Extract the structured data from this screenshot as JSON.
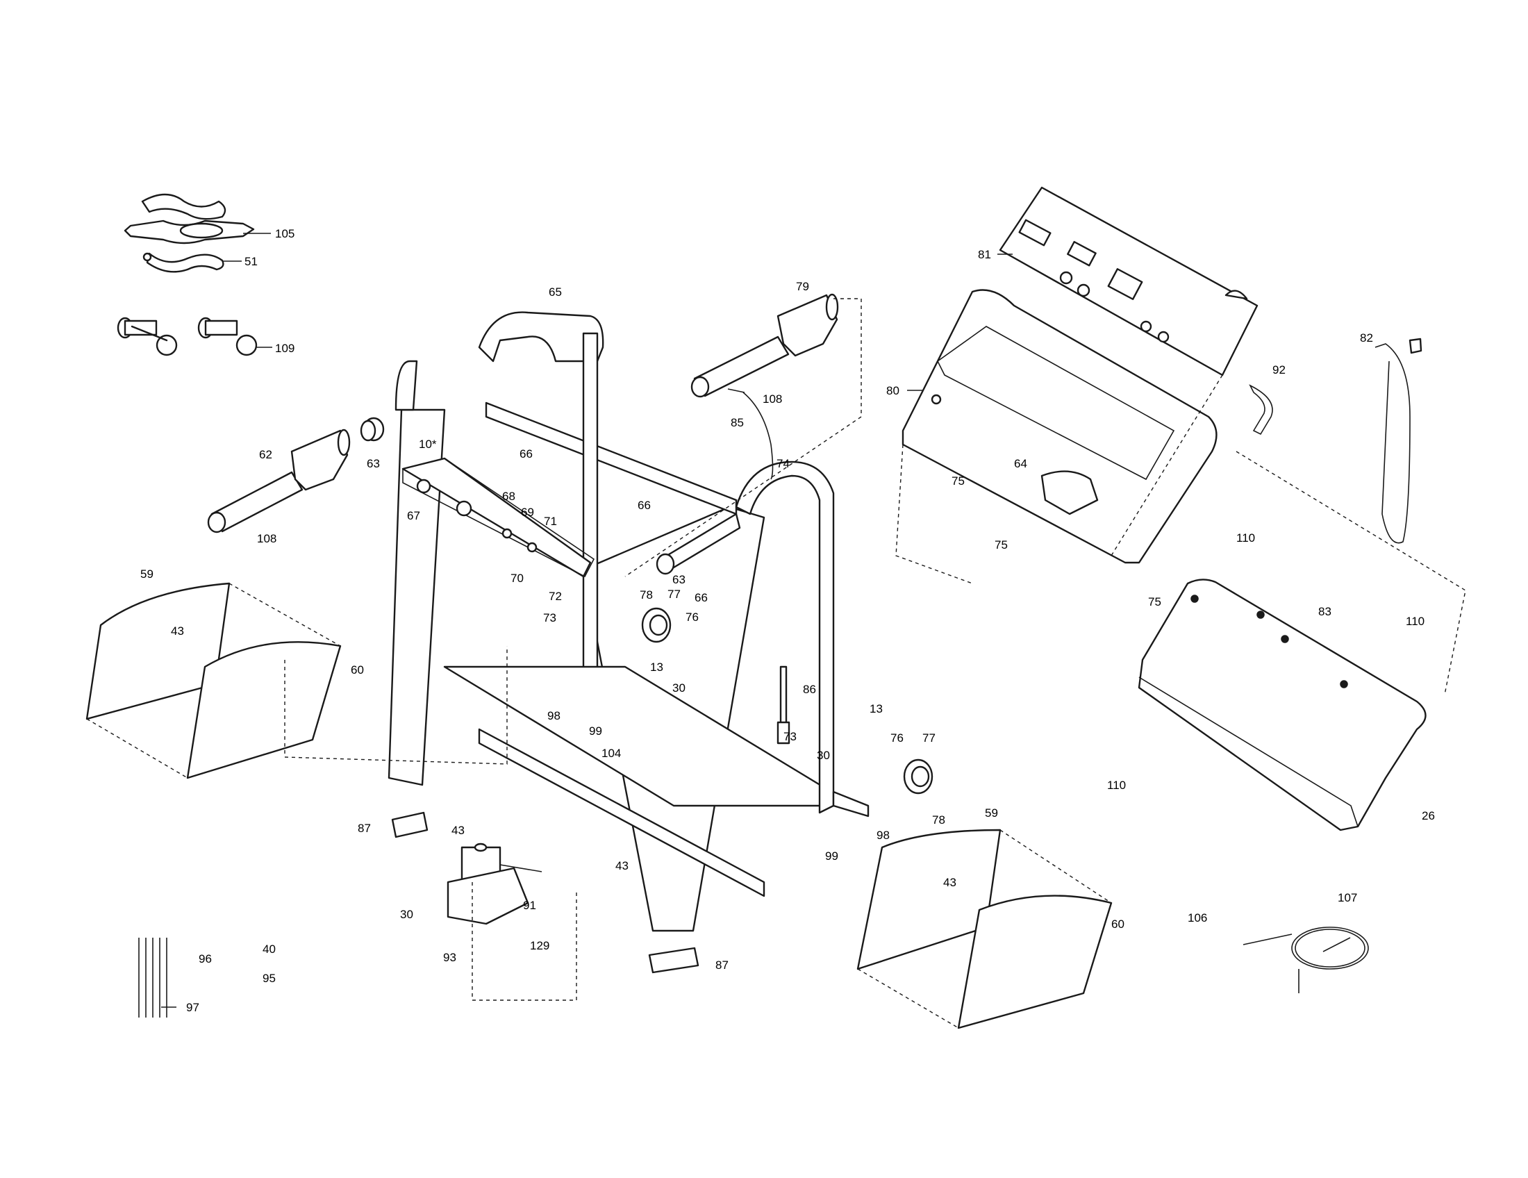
{
  "callouts": {
    "c105": "105",
    "c51": "51",
    "c109": "109",
    "c65": "65",
    "c79": "79",
    "c81": "81",
    "c82": "82",
    "c92": "92",
    "c80": "80",
    "c62": "62",
    "c63a": "63",
    "c108a": "108",
    "c108b": "108",
    "c85": "85",
    "c10": "10*",
    "c67": "67",
    "c68": "68",
    "c69": "69",
    "c71": "71",
    "c70": "70",
    "c72": "72",
    "c66a": "66",
    "c66b": "66",
    "c66c": "66",
    "c74": "74",
    "c64": "64",
    "c75a": "75",
    "c75b": "75",
    "c75c": "75",
    "c59a": "59",
    "c43a": "43",
    "c60a": "60",
    "c63b": "63",
    "c78a": "78",
    "c77a": "77",
    "c76a": "76",
    "c73a": "73",
    "c13a": "13",
    "c30a": "30",
    "c98a": "98",
    "c99a": "99",
    "c104": "104",
    "c86": "86",
    "c73b": "73",
    "c13b": "13",
    "c76b": "76",
    "c77b": "77",
    "c30b": "30",
    "c87a": "87",
    "c43b": "43",
    "c78b": "78",
    "c98b": "98",
    "c99b": "99",
    "c59b": "59",
    "c43c": "43",
    "c43d": "43",
    "c91": "91",
    "c30c": "30",
    "c93": "93",
    "c129": "129",
    "c87b": "87",
    "c60b": "60",
    "c40": "40",
    "c96": "96",
    "c95": "95",
    "c97": "97",
    "c110a": "110",
    "c83": "83",
    "c110b": "110",
    "c110c": "110",
    "c26": "26",
    "c107": "107",
    "c106": "106"
  }
}
